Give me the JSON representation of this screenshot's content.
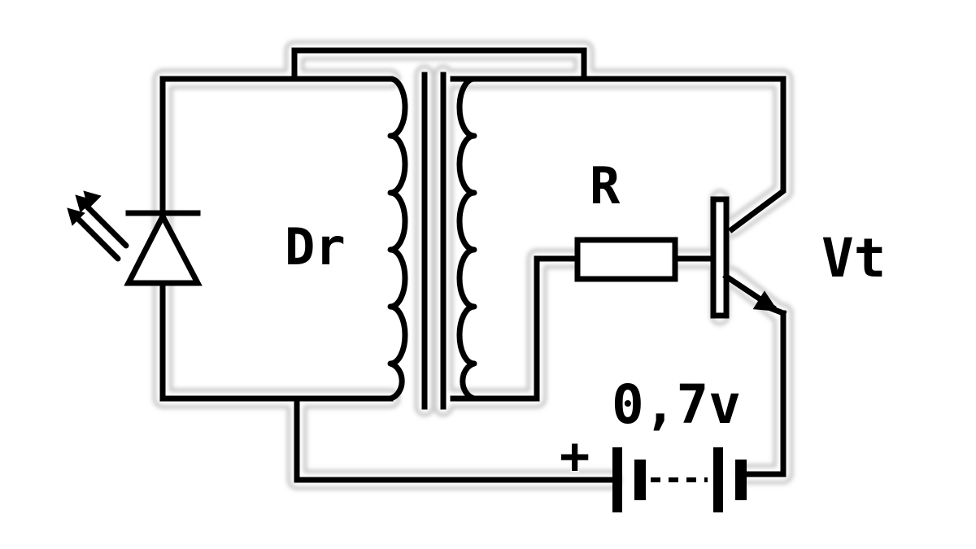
{
  "diagram": {
    "labels": {
      "inductor": "Dr",
      "resistor": "R",
      "transistor": "Vt",
      "voltage": "0,7v",
      "polarity": "+"
    }
  }
}
